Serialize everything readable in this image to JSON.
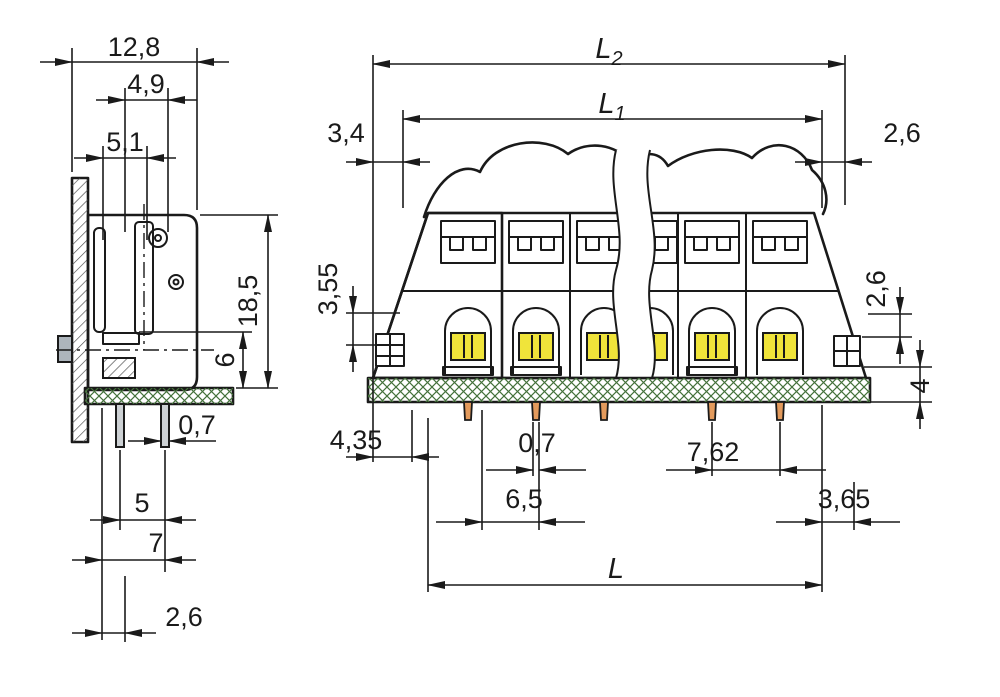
{
  "colors": {
    "orange": "#E6833C",
    "blue": "#BFDAE8",
    "yellow": "#F0E43A",
    "green": "#8FBA80",
    "line": "#1A1A1A",
    "pin_gray": "#CDD1D4",
    "pin_copper": "#E39A5C",
    "tab_gray": "#ADB5BC",
    "hatch": "#4A4A4A",
    "pcb_hatch": "#44713B"
  },
  "side_view": {
    "dim_depth_total": "12,8",
    "dim_4_9": "4,9",
    "dim_5_1": "5,1",
    "dim_height": "18,5",
    "dim_6": "6",
    "dim_pin_width": "0,7",
    "dim_pitch": "5",
    "dim_7": "7",
    "dim_2_6": "2,6"
  },
  "front_view": {
    "dim_l2": {
      "base": "L",
      "sub": "2"
    },
    "dim_l1": {
      "base": "L",
      "sub": "1"
    },
    "dim_3_4": "3,4",
    "dim_2_6_top": "2,6",
    "dim_3_55": "3,55",
    "dim_2_6_side": "2,6",
    "dim_4": "4",
    "dim_4_35": "4,35",
    "dim_pin_width": "0,7",
    "dim_pitch": "7,62",
    "dim_6_5": "6,5",
    "dim_3_65": "3,65",
    "dim_l": "L"
  }
}
